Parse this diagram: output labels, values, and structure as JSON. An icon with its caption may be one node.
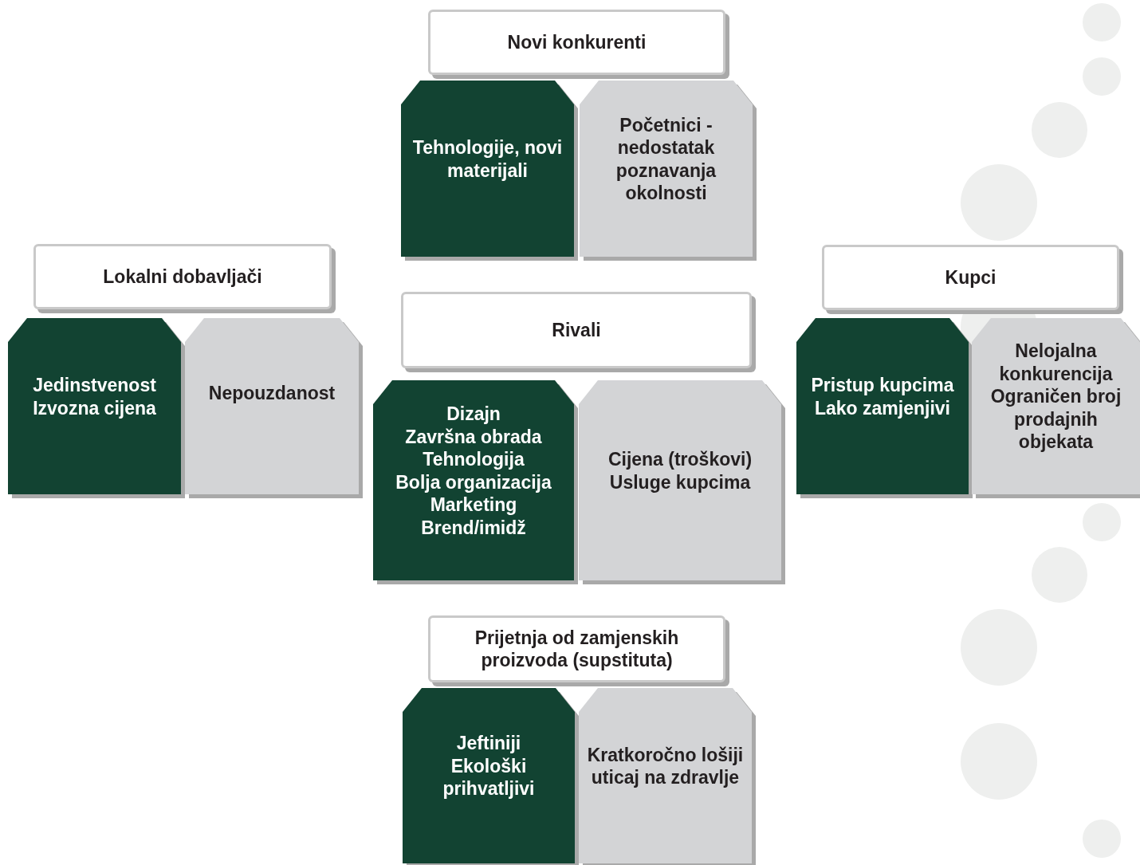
{
  "diagram": {
    "nodes": [
      {
        "text": [
          "Novi konkurenti"
        ]
      },
      {
        "text": [
          "Tehnologije, novi materijali"
        ]
      },
      {
        "text": [
          "Početnici - nedostatak poznavanja okolnosti"
        ]
      },
      {
        "text": [
          "Lokalni dobavljači"
        ]
      },
      {
        "text": [
          "Jedinstvenost",
          "Izvozna cijena"
        ]
      },
      {
        "text": [
          "Nepouzdanost"
        ]
      },
      {
        "text": [
          "Rivali"
        ]
      },
      {
        "text": [
          "Dizajn",
          "Završna obrada",
          "Tehnologija",
          "Bolja organizacija",
          "Marketing",
          "Brend/imidž"
        ]
      },
      {
        "text": [
          "Cijena (troškovi)",
          "Usluge kupcima"
        ]
      },
      {
        "text": [
          "Kupci"
        ]
      },
      {
        "text": [
          "Pristup kupcima",
          "Lako zamjenjivi"
        ]
      },
      {
        "text": [
          "Nelojalna konkurencija",
          "Ograničen broj prodajnih objekata"
        ]
      },
      {
        "text": [
          "Prijetnja od zamjenskih proizvoda (supstituta)"
        ]
      },
      {
        "text": [
          "Jeftiniji",
          "Ekološki prihvatljivi"
        ]
      },
      {
        "text": [
          "Kratkoročno lošiji uticaj na zdravlje"
        ]
      }
    ]
  }
}
